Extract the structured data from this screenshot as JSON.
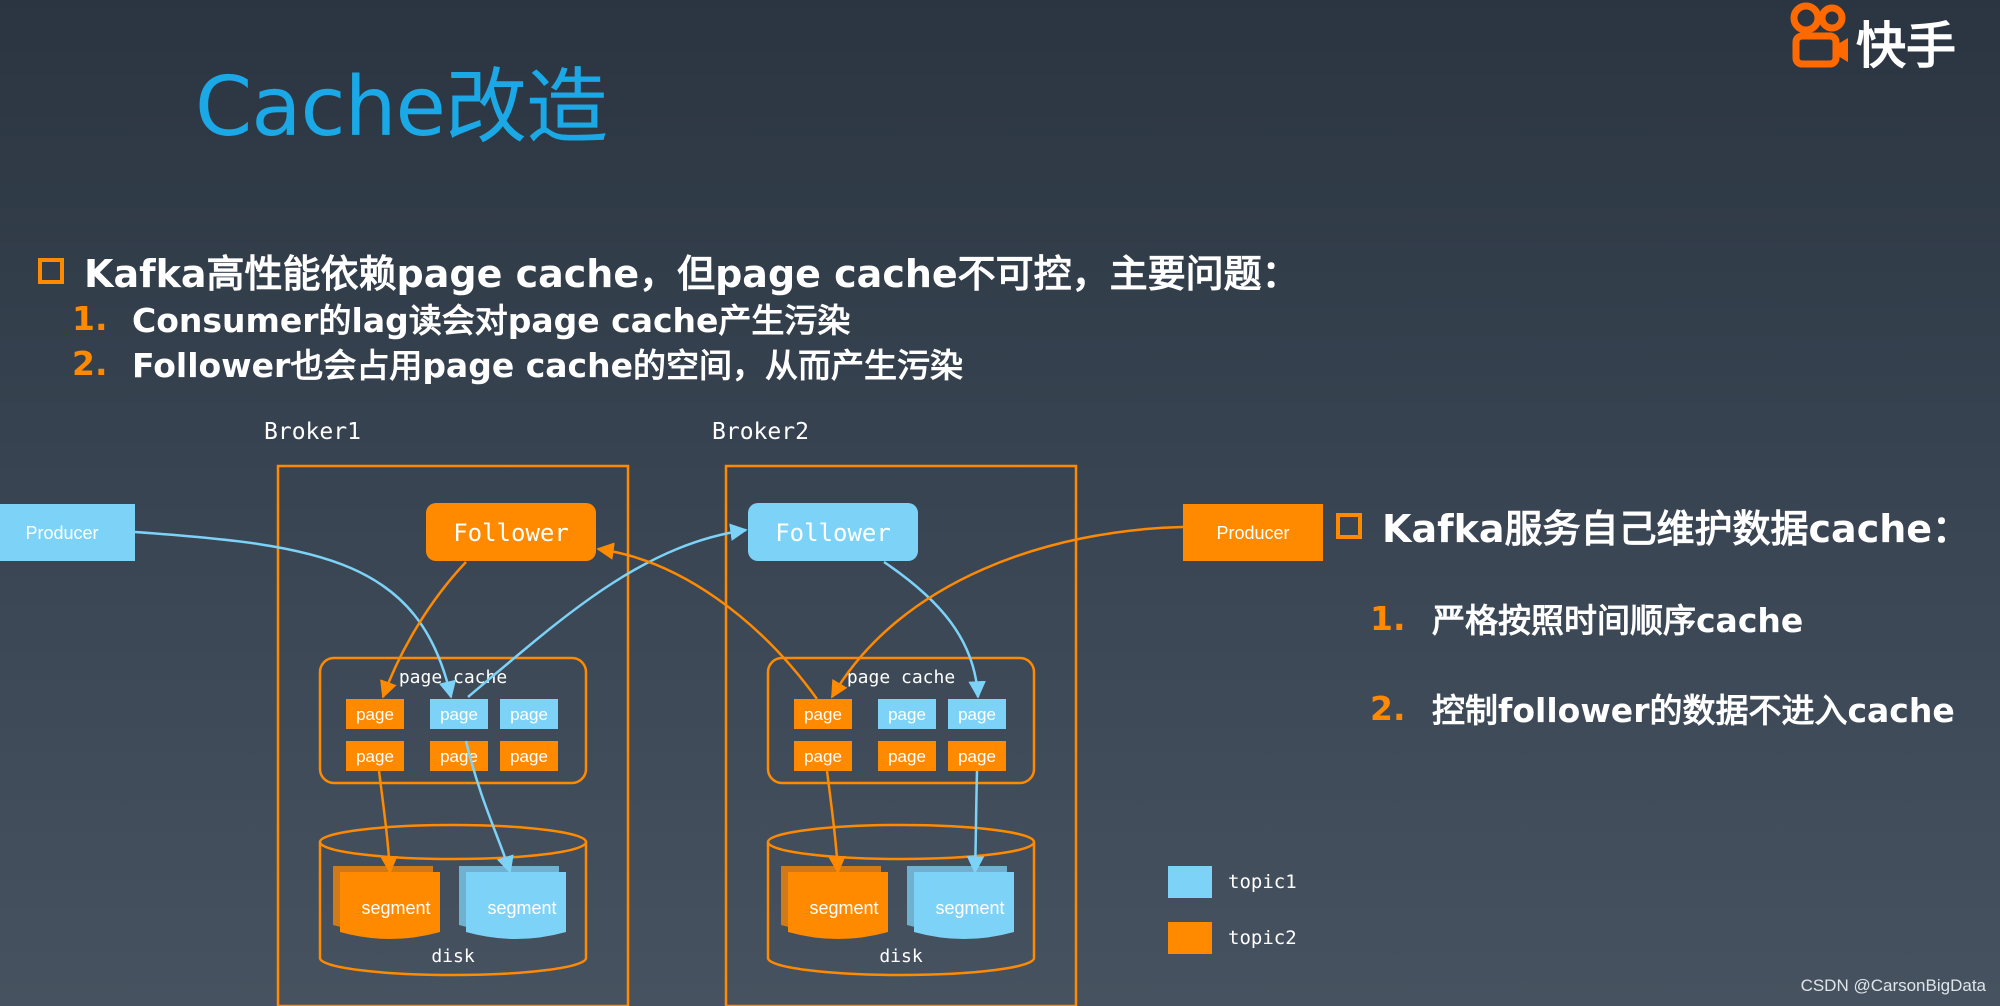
{
  "title": "Cache改造",
  "logo": {
    "icon": "kuaishou-camera-logo",
    "text": "快手",
    "color": "#ff6a00"
  },
  "problem": {
    "heading": "Kafka高性能依赖page cache，但page cache不可控，主要问题：",
    "items": [
      {
        "num": "1.",
        "text": "Consumer的lag读会对page cache产生污染"
      },
      {
        "num": "2.",
        "text": "Follower也会占用page cache的空间，从而产生污染"
      }
    ]
  },
  "solution": {
    "heading": "Kafka服务自己维护数据cache：",
    "items": [
      {
        "num": "1.",
        "text": "严格按照时间顺序cache"
      },
      {
        "num": "2.",
        "text": "控制follower的数据不进入cache"
      }
    ]
  },
  "diagram": {
    "brokers": [
      {
        "label": "Broker1",
        "follower_label": "Follower",
        "follower_topic": "topic2",
        "page_cache_label": "page cache",
        "disk_label": "disk"
      },
      {
        "label": "Broker2",
        "follower_label": "Follower",
        "follower_topic": "topic1",
        "page_cache_label": "page cache",
        "disk_label": "disk"
      }
    ],
    "page_label": "page",
    "segment_label": "segment",
    "producers": [
      {
        "label": "Producer",
        "topic": "topic1"
      },
      {
        "label": "Producer",
        "topic": "topic2"
      }
    ],
    "legend": [
      {
        "label": "topic1",
        "color": "#7dd3f7"
      },
      {
        "label": "topic2",
        "color": "#ff8a00"
      }
    ]
  },
  "colors": {
    "topic1": "#7dd3f7",
    "topic2": "#ff8a00",
    "title": "#1aa8e6",
    "accent": "#ff8a00"
  },
  "watermark": "CSDN @CarsonBigData"
}
